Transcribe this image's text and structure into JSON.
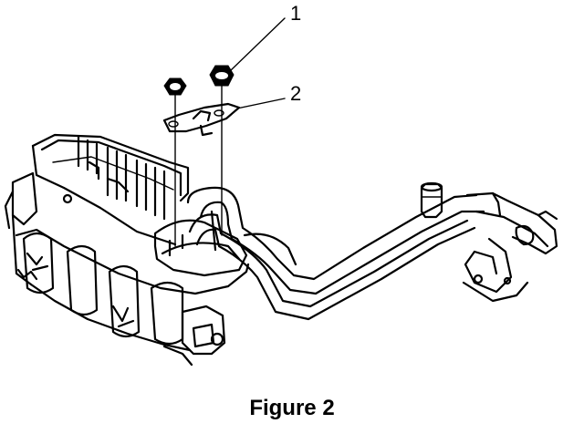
{
  "figure": {
    "caption": "Figure 2",
    "callouts": [
      {
        "number": "1",
        "part": "nut"
      },
      {
        "number": "2",
        "part": "bracket"
      }
    ]
  }
}
